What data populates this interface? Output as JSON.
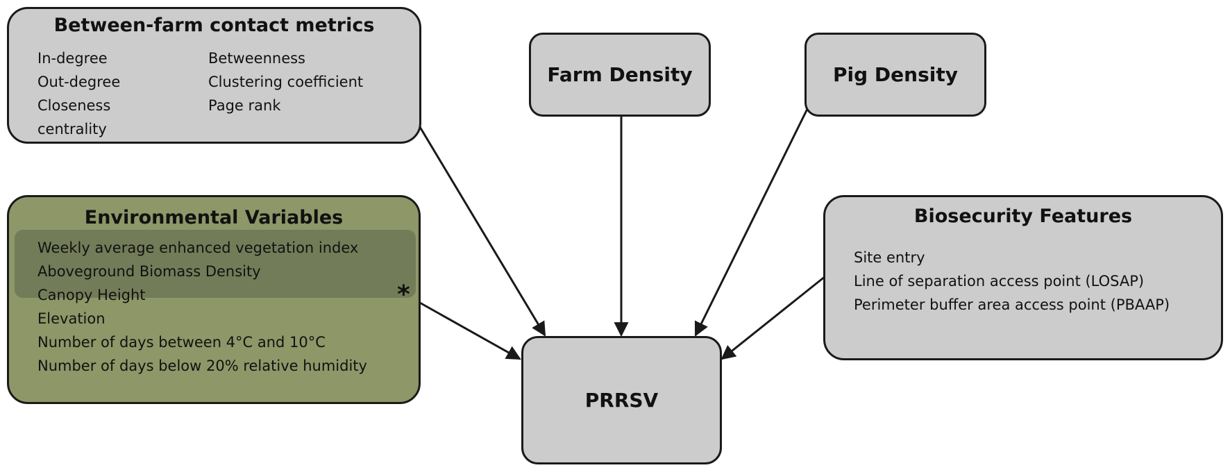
{
  "contact_metrics": {
    "title": "Between-farm contact metrics",
    "col1": [
      "In-degree",
      "Out-degree",
      "Closeness",
      "centrality"
    ],
    "col2": [
      "Betweenness",
      "Clustering coefficient",
      "Page rank"
    ]
  },
  "farm_density": {
    "label": "Farm Density"
  },
  "pig_density": {
    "label": "Pig Density"
  },
  "environmental": {
    "title": "Environmental Variables",
    "items": [
      "Weekly average enhanced vegetation index",
      "Aboveground Biomass Density",
      "Canopy Height",
      "Elevation",
      "Number of days between 4°C and 10°C",
      "Number of days below 20% relative humidity"
    ],
    "asterisk": "*"
  },
  "biosecurity": {
    "title": "Biosecurity Features",
    "items": [
      "Site entry",
      "Line of separation access point (LOSAP)",
      "Perimeter buffer area access point (PBAAP)"
    ]
  },
  "target": {
    "label": "PRRSV"
  },
  "colors": {
    "box_gray": "#cccccc",
    "box_green": "#8d9768",
    "highlight": "#6f7756",
    "stroke": "#1a1a1a"
  }
}
